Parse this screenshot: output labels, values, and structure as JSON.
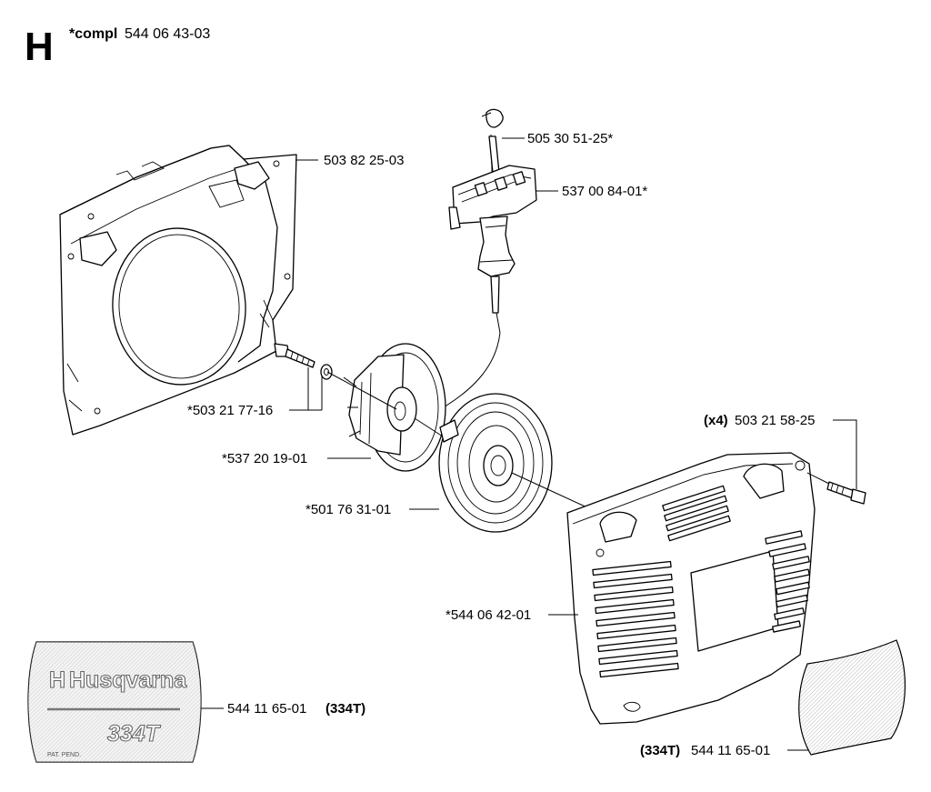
{
  "header": {
    "section_letter": "H",
    "compl_label": "*compl",
    "compl_number": "544 06 43-03"
  },
  "parts": {
    "fan_housing": {
      "number": "503 82 25-03"
    },
    "starter_cord": {
      "number": "505 30 51-25*"
    },
    "starter_handle": {
      "number": "537 00 84-01*"
    },
    "screw_and_washer": {
      "number": "*503 21 77-16"
    },
    "rope_pulley": {
      "number": "*537 20 19-01"
    },
    "recoil_spring": {
      "number": "*501 76 31-01"
    },
    "housing_screw": {
      "qty": "(x4)",
      "number": "503 21 58-25"
    },
    "starter_cover": {
      "number": "*544 06 42-01"
    },
    "decal_left": {
      "number": "544 11 65-01",
      "model": "(334T)"
    },
    "decal_right": {
      "model": "(334T)",
      "number": "544 11 65-01"
    }
  },
  "decal": {
    "brand": "Husqvarna",
    "brand_mark": "H",
    "model_text": "334T",
    "patent_text": "PAT. PEND."
  },
  "colors": {
    "line": "#000000",
    "decal_fill": "#dddddd",
    "decal_text": "#666666"
  }
}
